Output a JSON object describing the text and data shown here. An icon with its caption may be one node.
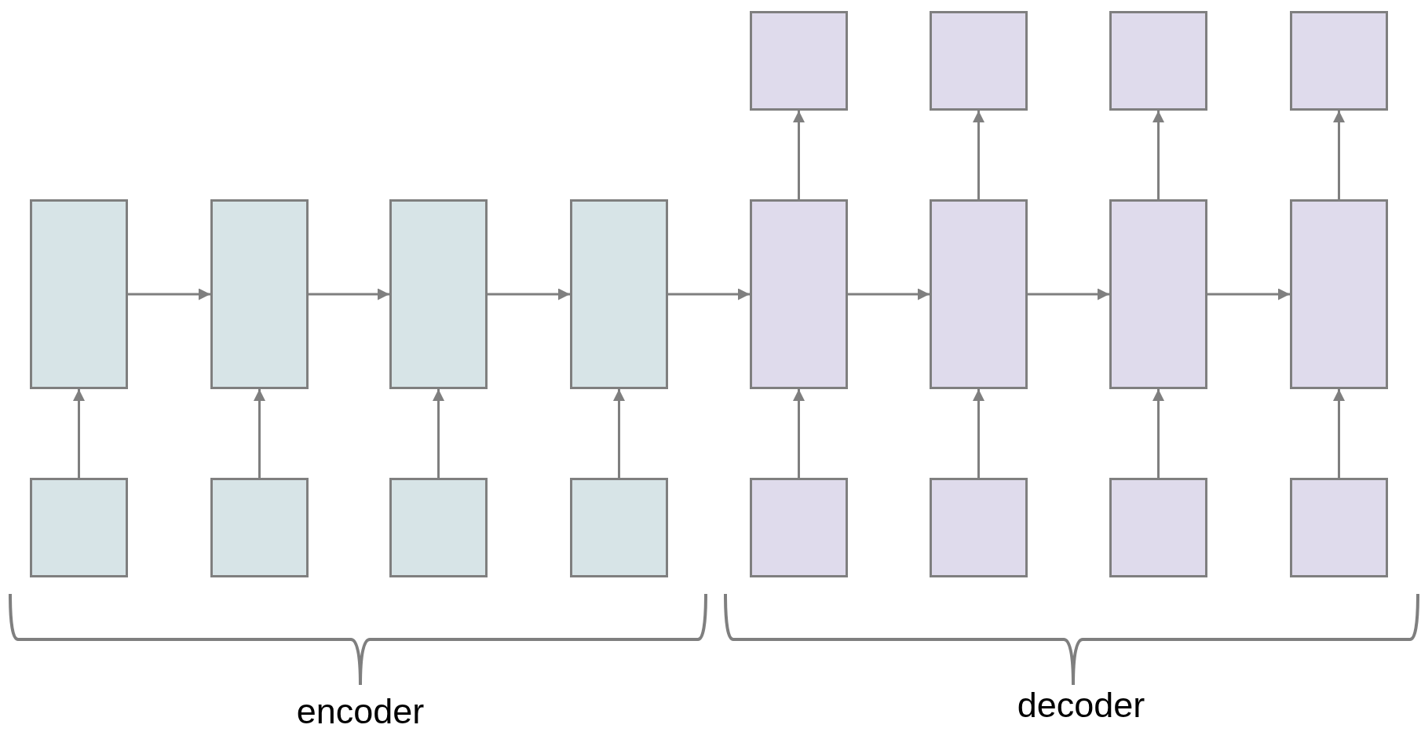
{
  "diagram": {
    "nodes": [
      {
        "text": [],
        "shape": "box"
      },
      {
        "text": [],
        "shape": "box"
      },
      {
        "text": [],
        "shape": "box"
      },
      {
        "text": [],
        "shape": "box"
      },
      {
        "text": [],
        "shape": "box"
      },
      {
        "text": [],
        "shape": "box"
      },
      {
        "text": [],
        "shape": "box"
      },
      {
        "text": [],
        "shape": "box"
      },
      {
        "text": [],
        "shape": "box"
      },
      {
        "text": [],
        "shape": "box"
      },
      {
        "text": [],
        "shape": "box"
      },
      {
        "text": [],
        "shape": "box"
      },
      {
        "text": [],
        "shape": "box"
      },
      {
        "text": [],
        "shape": "box"
      },
      {
        "text": [],
        "shape": "box"
      },
      {
        "text": [],
        "shape": "box"
      },
      {
        "text": [],
        "shape": "box"
      },
      {
        "text": [],
        "shape": "box"
      },
      {
        "text": [],
        "shape": "box"
      },
      {
        "text": [],
        "shape": "box"
      }
    ],
    "edges": [
      {
        "from": 4,
        "to": 5,
        "arrow": "to"
      },
      {
        "from": 5,
        "to": 6,
        "arrow": "to"
      },
      {
        "from": 6,
        "to": 7,
        "arrow": "to"
      },
      {
        "from": 7,
        "to": 8,
        "arrow": "to"
      },
      {
        "from": 8,
        "to": 9,
        "arrow": "to"
      },
      {
        "from": 9,
        "to": 10,
        "arrow": "to"
      },
      {
        "from": 10,
        "to": 11,
        "arrow": "to"
      },
      {
        "from": 12,
        "to": 4,
        "arrow": "to"
      },
      {
        "from": 13,
        "to": 5,
        "arrow": "to"
      },
      {
        "from": 14,
        "to": 6,
        "arrow": "to"
      },
      {
        "from": 15,
        "to": 7,
        "arrow": "to"
      },
      {
        "from": 16,
        "to": 8,
        "arrow": "to"
      },
      {
        "from": 17,
        "to": 9,
        "arrow": "to"
      },
      {
        "from": 18,
        "to": 10,
        "arrow": "to"
      },
      {
        "from": 19,
        "to": 11,
        "arrow": "to"
      },
      {
        "from": 8,
        "to": 0,
        "arrow": "to"
      },
      {
        "from": 9,
        "to": 1,
        "arrow": "to"
      },
      {
        "from": 10,
        "to": 2,
        "arrow": "to"
      },
      {
        "from": 11,
        "to": 3,
        "arrow": "to"
      }
    ],
    "labels": [
      "encoder",
      "decoder"
    ]
  }
}
